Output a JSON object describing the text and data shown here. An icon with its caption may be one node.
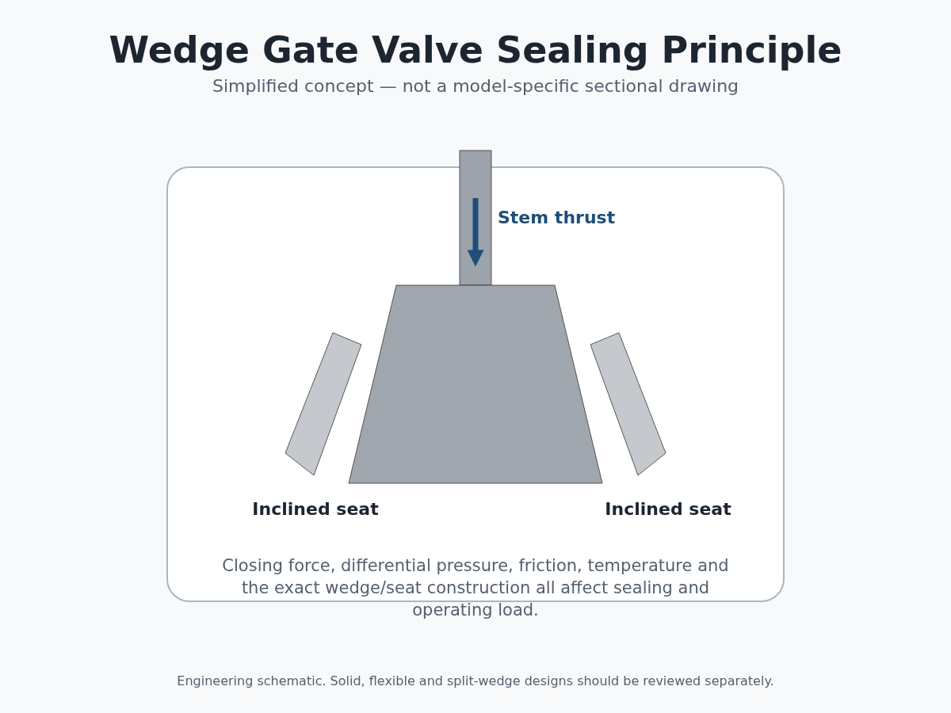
{
  "diagram": {
    "title": "Wedge Gate Valve Sealing Principle",
    "labels": [
      "Simplified concept — not a model-specific sectional drawing",
      "Stem thrust",
      "Inclined seat",
      "Inclined seat",
      "Closing force, differential pressure, friction, temperature and the exact wedge/seat construction all affect sealing and operating load.",
      "Engineering schematic. Solid, flexible and split-wedge designs should be reviewed separately."
    ]
  }
}
